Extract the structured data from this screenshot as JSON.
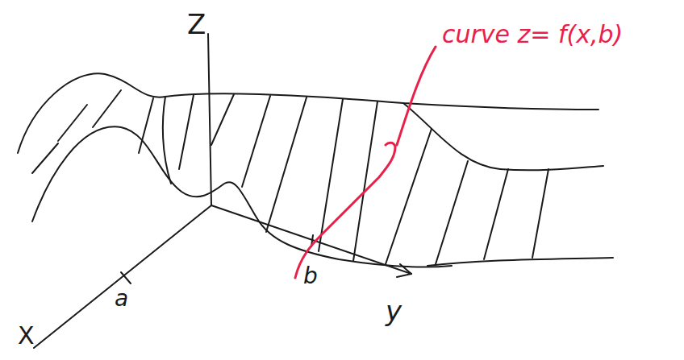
{
  "diagram": {
    "labels": [
      "Z",
      "X",
      "a",
      "b",
      "y",
      "curve z= f(x,b)"
    ]
  }
}
